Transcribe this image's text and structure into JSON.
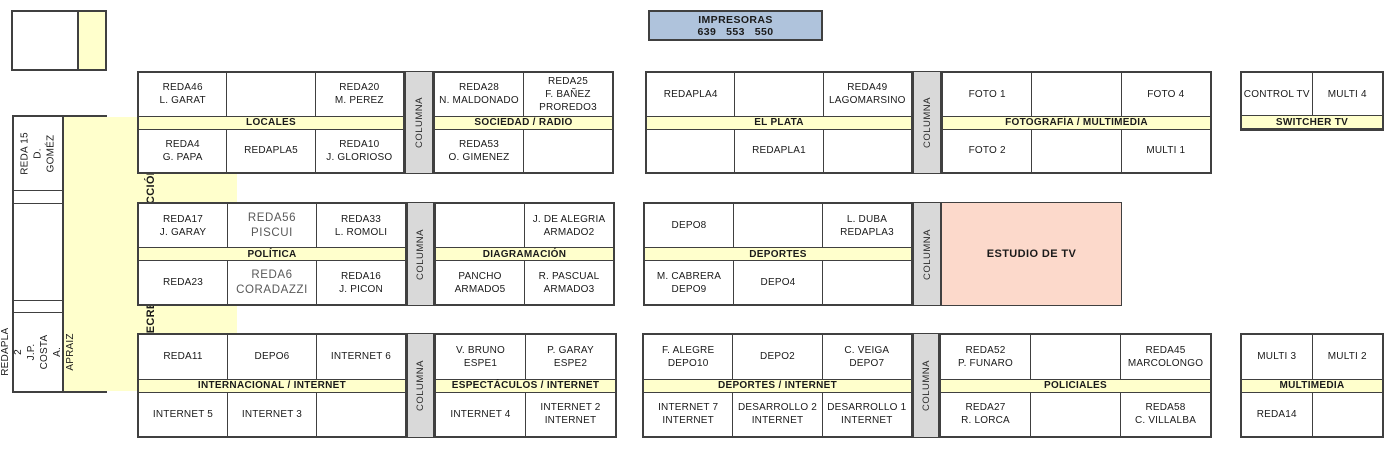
{
  "colors": {
    "header_yellow": "#FFFFCC",
    "pillar_gray": "#D9D9D9",
    "estudio_pink": "#FCD9CB",
    "printers_blue": "#AFC3DC",
    "border_dark": "#404040"
  },
  "impresoras": {
    "title": "IMPRESORAS",
    "numbers": "639   553   550"
  },
  "columna_label": "COLUMNA",
  "estudio_tv_label": "ESTUDIO DE TV",
  "sidebar": {
    "secretarios_label": "SECRETARIOS DE REDACCIÓN",
    "reda15": "REDA 15\nD. GOMÉZ",
    "redapla2": "REDAPLA 2\nJ.P. COSTA\nA. APRAIZ"
  },
  "groups": {
    "locales": {
      "header": "LOCALES",
      "top": [
        "REDA46\nL. GARAT",
        "",
        "REDA20\nM. PEREZ"
      ],
      "bottom": [
        "REDA4\nG. PAPA",
        "REDAPLA5",
        "REDA10\nJ. GLORIOSO"
      ]
    },
    "sociedad": {
      "header": "SOCIEDAD / RADIO",
      "top": [
        "REDA28\nN. MALDONADO",
        "REDA25\nF. BAÑEZ\nPROREDO3"
      ],
      "bottom": [
        "REDA53\nO. GIMENEZ",
        ""
      ]
    },
    "elplata": {
      "header": "EL PLATA",
      "top": [
        "REDAPLA4",
        "",
        "REDA49\nLAGOMARSINO"
      ],
      "bottom": [
        "",
        "REDAPLA1",
        ""
      ]
    },
    "fotografia": {
      "header": "FOTOGRAFÍA / MULTIMEDIA",
      "top": [
        "FOTO 1",
        "",
        "FOTO 4"
      ],
      "bottom": [
        "FOTO 2",
        "",
        "MULTI 1"
      ]
    },
    "switcher": {
      "header": "SWITCHER TV",
      "top": [
        "CONTROL TV",
        "MULTI 4"
      ]
    },
    "politica": {
      "header": "POLÍTICA",
      "top": [
        "REDA17\nJ. GARAY",
        "REDA56\nPISCUI",
        "REDA33\nL. ROMOLI"
      ],
      "bottom": [
        "REDA23",
        "REDA6\nCORADAZZI",
        "REDA16\nJ. PICON"
      ]
    },
    "diagramacion": {
      "header": "DIAGRAMACIÓN",
      "top": [
        "",
        "J. DE ALEGRIA\nARMADO2"
      ],
      "bottom": [
        "PANCHO\nARMADO5",
        "R. PASCUAL\nARMADO3"
      ]
    },
    "deportes": {
      "header": "DEPORTES",
      "top": [
        "DEPO8",
        "",
        "L. DUBA\nREDAPLA3"
      ],
      "bottom": [
        "M. CABRERA\nDEPO9",
        "DEPO4",
        ""
      ]
    },
    "internacional": {
      "header": "INTERNACIONAL / INTERNET",
      "top": [
        "REDA11",
        "DEPO6",
        "INTERNET 6"
      ],
      "bottom": [
        "INTERNET 5",
        "INTERNET 3",
        ""
      ]
    },
    "espectaculos": {
      "header": "ESPECTÁCULOS / INTERNET",
      "top": [
        "V. BRUNO\nESPE1",
        "P. GARAY\nESPE2"
      ],
      "bottom": [
        "INTERNET 4",
        "INTERNET 2\nINTERNET"
      ]
    },
    "deportes_internet": {
      "header": "DEPORTES / INTERNET",
      "top": [
        "F. ALEGRE\nDEPO10",
        "DEPO2",
        "C. VEIGA\nDEPO7"
      ],
      "bottom": [
        "INTERNET 7\nINTERNET",
        "DESARROLLO 2\nINTERNET",
        "DESARROLLO 1\nINTERNET"
      ]
    },
    "policiales": {
      "header": "POLICIALES",
      "top": [
        "REDA52\nP. FUNARO",
        "",
        "REDA45\nMARCOLONGO"
      ],
      "bottom": [
        "REDA27\nR. LORCA",
        "",
        "REDA58\nC. VILLALBA"
      ]
    },
    "multimedia": {
      "header": "MULTIMEDIA",
      "top": [
        "MULTI 3",
        "MULTI 2"
      ],
      "bottom": [
        "REDA14",
        ""
      ]
    }
  }
}
